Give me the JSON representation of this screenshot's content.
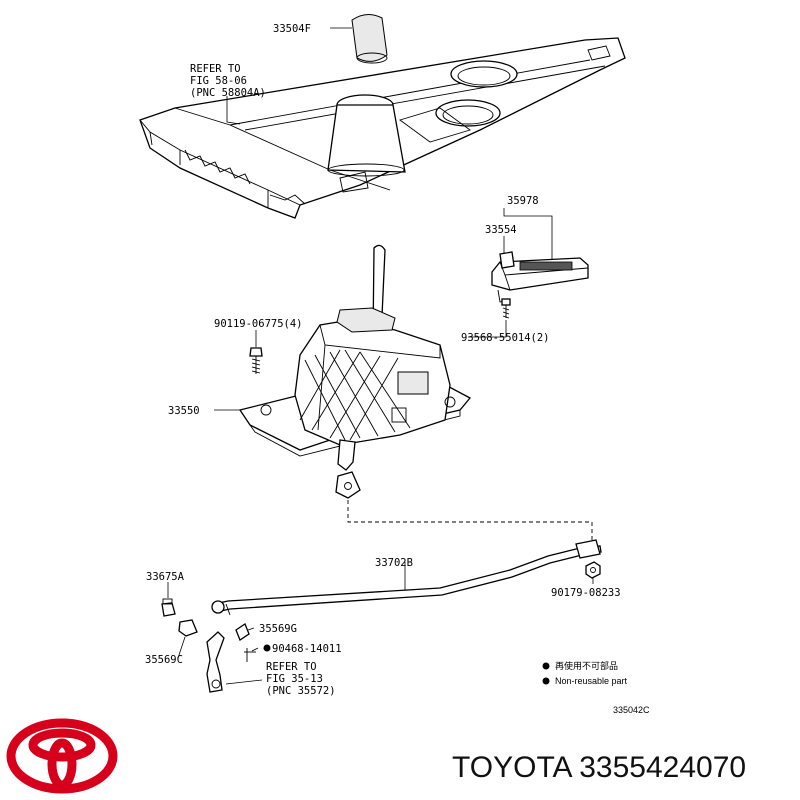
{
  "labels": {
    "p33504F": "33504F",
    "refer_a_1": "REFER TO",
    "refer_a_2": "FIG 58-06",
    "refer_a_3": "(PNC 58804A)",
    "p35978": "35978",
    "p33554": "33554",
    "p90119": "90119-06775(4)",
    "p93568": "93568-55014(2)",
    "p33550": "33550",
    "p33702B": "33702B",
    "p33675A": "33675A",
    "p90179": "90179-08233",
    "p35569G": "35569G",
    "p90468": "90468-14011",
    "p35569C": "35569C",
    "refer_b_1": "REFER TO",
    "refer_b_2": "FIG 35-13",
    "refer_b_3": "(PNC 35572)"
  },
  "legend": {
    "jp": "再使用不可部品",
    "en": "Non-reusable part"
  },
  "figure_code": "335042C",
  "brand_text": "TOYOTA 3355424070",
  "colors": {
    "logo_red": "#d6001c",
    "line": "#000000"
  },
  "icons": {
    "logo": "toyota-logo-icon",
    "bullet": "filled-circle-icon"
  }
}
